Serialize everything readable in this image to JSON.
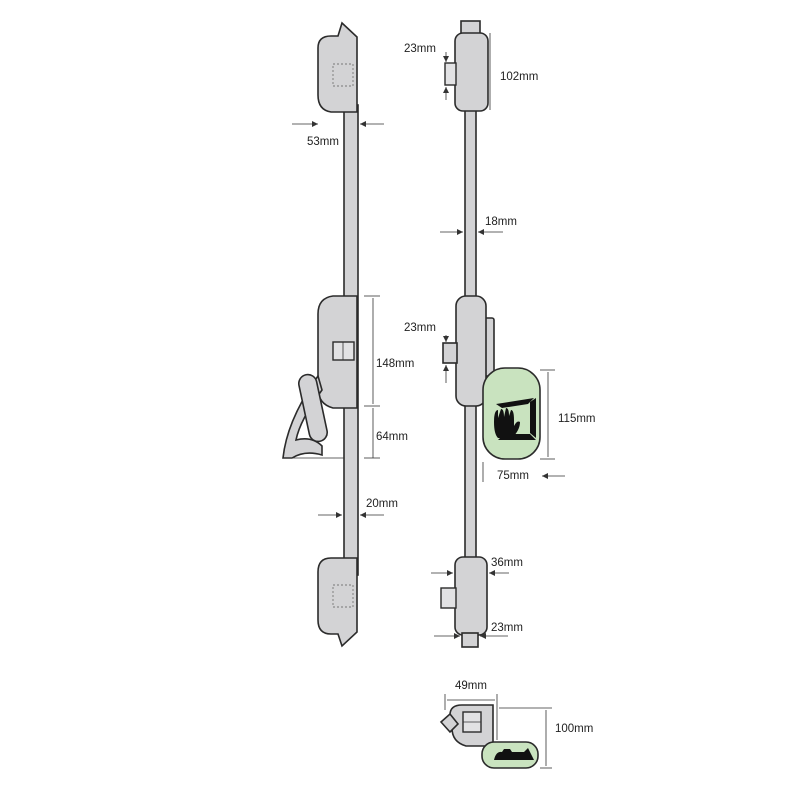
{
  "dimensions": {
    "side_head_width": "53mm",
    "side_case_height": "148mm",
    "side_handle_height": "64mm",
    "side_rod_width": "20mm",
    "front_top_bolt": "23mm",
    "front_top_keep": "102mm",
    "front_rod_width": "18mm",
    "front_mid_bolt": "23mm",
    "front_handle_height": "115mm",
    "front_handle_width": "75mm",
    "front_bottom_keep": "36mm",
    "front_bottom_bolt": "23mm",
    "plan_width": "49mm",
    "plan_height": "100mm"
  },
  "colors": {
    "body": "#d3d3d5",
    "handle_plate": "#c9e3bf",
    "outline": "#2b2b2b"
  },
  "icons": [
    "hand-push-icon"
  ]
}
